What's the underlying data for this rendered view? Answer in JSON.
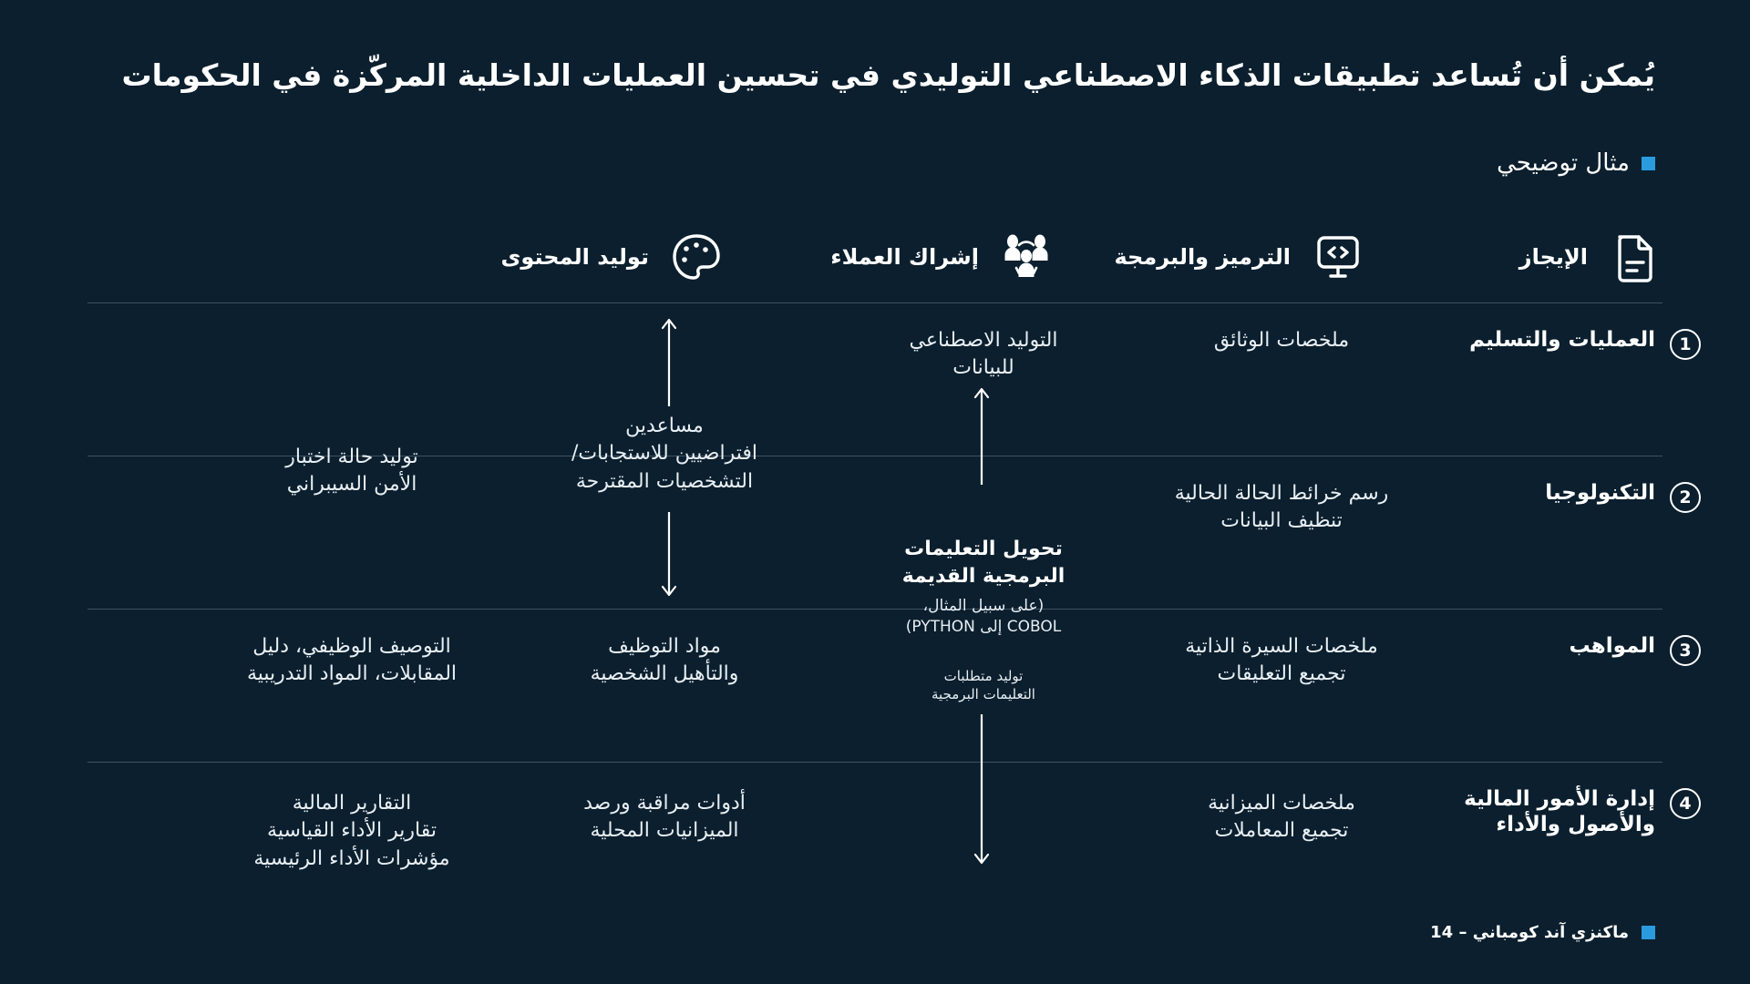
{
  "background_color": "#0B1F2E",
  "accent_color": "#2B9BE0",
  "rule_color": "#3C5263",
  "title": "يُمكن أن تُساعد تطبيقات الذكاء الاصطناعي التوليدي في تحسين العمليات الداخلية المركّزة في الحكومات",
  "legend": {
    "swatch_color": "#2B9BE0",
    "label": "مثال توضيحي"
  },
  "columns": [
    {
      "id": "summarization",
      "label": "الإيجاز",
      "icon": "document-icon"
    },
    {
      "id": "coding",
      "label": "الترميز والبرمجة",
      "icon": "code-monitor-icon"
    },
    {
      "id": "engagement",
      "label": "إشراك العملاء",
      "icon": "people-group-icon"
    },
    {
      "id": "content",
      "label": "توليد المحتوى",
      "icon": "palette-icon"
    }
  ],
  "rows": [
    {
      "number": "1",
      "name": "العمليات والتسليم",
      "cells": {
        "summarization": "ملخصات الوثائق",
        "coding": "التوليد الاصطناعي\nللبيانات",
        "engagement": "",
        "content": ""
      }
    },
    {
      "number": "2",
      "name": "التكنولوجيا",
      "cells": {
        "summarization": "رسم خرائط الحالة الحالية\nتنظيف البيانات",
        "coding": "",
        "engagement": "مساعدين\nافتراضيين  للاستجابات/\nالتشخصيات المقترحة",
        "content": "توليد حالة اختبار\nالأمن السيبراني"
      }
    },
    {
      "number": "3",
      "name": "المواهب",
      "cells": {
        "summarization": "ملخصات السيرة الذاتية\nتجميع التعليقات",
        "coding": "",
        "engagement": "مواد التوظيف\nوالتأهيل الشخصية",
        "content": "التوصيف الوظيفي، دليل\nالمقابلات، المواد التدريبية"
      }
    },
    {
      "number": "4",
      "name": "إدارة الأمور المالية\nوالأصول والأداء",
      "cells": {
        "summarization": "ملخصات الميزانية\nتجميع المعاملات",
        "coding": "",
        "engagement": "أدوات مراقبة ورصد\nالميزانيات المحلية",
        "content": "التقارير المالية\nتقارير الأداء القياسية\nمؤشرات الأداء الرئيسية"
      }
    }
  ],
  "coding_callout": {
    "heading": "تحويل التعليمات\nالبرمجية القديمة",
    "example": "(على سبيل المثال،\nCOBOL إلى PYTHON)",
    "subnote": "توليد متطلبات\nالتعليمات البرمجية"
  },
  "footer": {
    "swatch_color": "#2B9BE0",
    "label": "ماكنزي آند كومباني – 14"
  }
}
